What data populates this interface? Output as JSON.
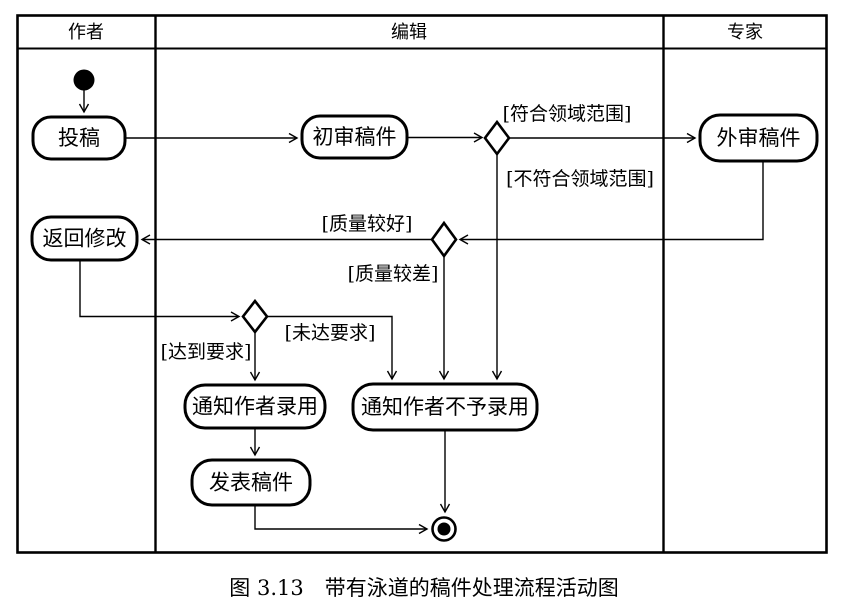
{
  "figure": {
    "type": "uml-activity-diagram-with-swimlanes",
    "caption": "图 3.13　带有泳道的稿件处理流程活动图"
  },
  "lanes": {
    "author": "作者",
    "editor": "编辑",
    "expert": "专家"
  },
  "activities": {
    "submit": "投稿",
    "initial_review": "初审稿件",
    "external_review": "外审稿件",
    "return_for_revision": "返回修改",
    "notify_acceptance": "通知作者录用",
    "notify_rejection": "通知作者不予录用",
    "publish": "发表稿件"
  },
  "guards": {
    "within_scope": "[符合领域范围]",
    "outside_scope": "[不符合领域范围]",
    "good_quality": "[质量较好]",
    "poor_quality": "[质量较差]",
    "meets_requirements": "[达到要求]",
    "fails_requirements": "[未达要求]"
  },
  "colors": {
    "line": "#000000",
    "node_fill": "#ffffff",
    "background": "#ffffff"
  }
}
